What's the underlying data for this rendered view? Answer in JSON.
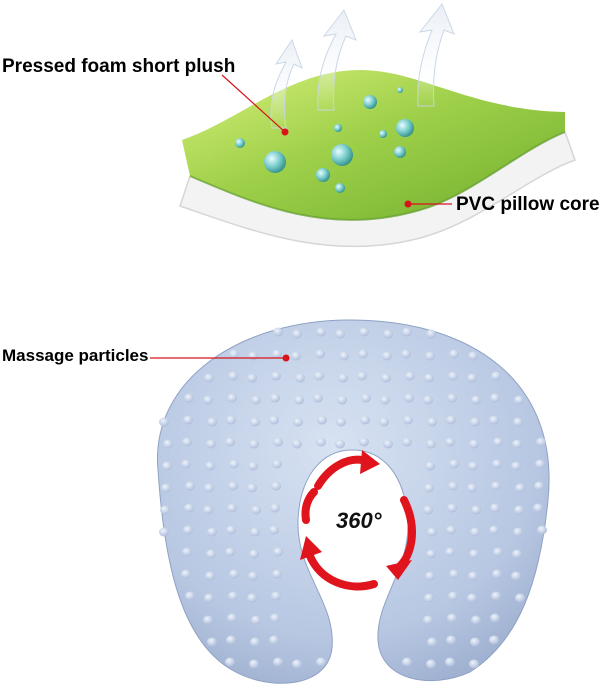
{
  "labels": {
    "pressed_foam": "Pressed foam short plush",
    "pvc_core": "PVC pillow core",
    "massage_particles": "Massage particles",
    "rotation": "360°"
  },
  "colors": {
    "foam_green": "#8cc63f",
    "foam_light": "#c7e86a",
    "core_white": "#f2f2f2",
    "pillow_blue": "#b9c8e3",
    "pointer_red": "#d7141a",
    "arrow_red": "#e0141c",
    "water_drop": "#3aa0a8"
  },
  "icons": [
    "airflow-arrow-icon",
    "water-drop-icon",
    "rotate-360-icon"
  ]
}
